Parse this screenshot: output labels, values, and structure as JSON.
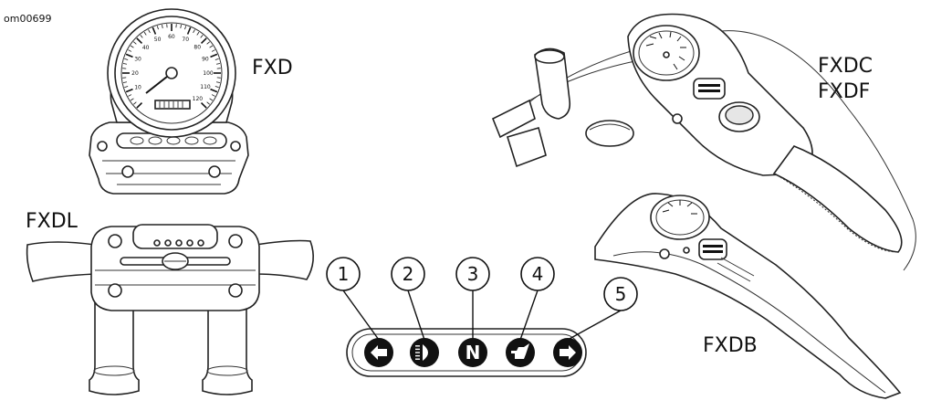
{
  "figure_id": "om00699",
  "models": {
    "fxd": "FXD",
    "fxdc": "FXDC",
    "fxdf": "FXDF",
    "fxdl": "FXDL",
    "fxdb": "FXDB"
  },
  "speedometer_scale": [
    "10",
    "20",
    "30",
    "40",
    "50",
    "60",
    "70",
    "80",
    "90",
    "100",
    "110",
    "120"
  ],
  "indicator_panel": {
    "callouts": [
      {
        "number": "1",
        "icon": "left-turn-arrow-icon"
      },
      {
        "number": "2",
        "icon": "high-beam-icon"
      },
      {
        "number": "3",
        "icon": "neutral-icon",
        "glyph": "N"
      },
      {
        "number": "4",
        "icon": "oil-pressure-icon"
      },
      {
        "number": "5",
        "icon": "right-turn-arrow-icon"
      }
    ]
  }
}
